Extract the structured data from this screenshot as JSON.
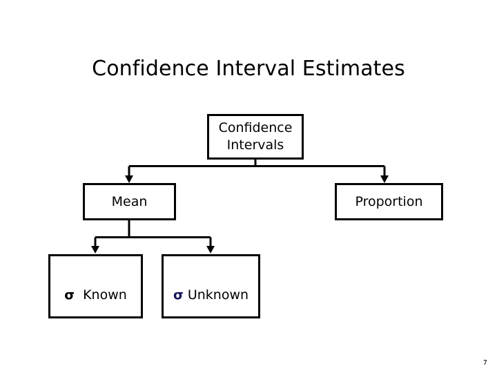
{
  "slide": {
    "title": "Confidence Interval Estimates",
    "page_number": "7",
    "background_color": "#ffffff",
    "line_color": "#000000"
  },
  "diagram": {
    "type": "tree",
    "nodes": [
      {
        "id": "confidence-intervals",
        "label": "Confidence\nIntervals",
        "level": 0
      },
      {
        "id": "mean",
        "label": "Mean",
        "level": 1
      },
      {
        "id": "proportion",
        "label": "Proportion",
        "level": 1
      },
      {
        "id": "sigma-known",
        "sigma": "σ",
        "sigma_color": "#000000",
        "label": "Known",
        "level": 2
      },
      {
        "id": "sigma-unknown",
        "sigma": "σ",
        "sigma_color": "#16185c",
        "label": "Unknown",
        "level": 2
      }
    ],
    "edges": [
      {
        "from": "confidence-intervals",
        "to": "mean"
      },
      {
        "from": "confidence-intervals",
        "to": "proportion"
      },
      {
        "from": "mean",
        "to": "sigma-known"
      },
      {
        "from": "mean",
        "to": "sigma-unknown"
      }
    ]
  }
}
